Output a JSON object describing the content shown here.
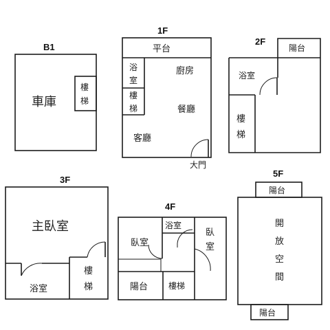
{
  "floors": {
    "b1": {
      "label": "B1",
      "garage": "車庫",
      "stairs": [
        "樓",
        "梯"
      ]
    },
    "f1": {
      "label": "1F",
      "platform": "平台",
      "bath": [
        "浴",
        "室"
      ],
      "stairs": [
        "樓",
        "梯"
      ],
      "kitchen": "廚房",
      "dining": "餐廳",
      "living": "客廳",
      "main_door": "大門"
    },
    "f2": {
      "label": "2F",
      "balcony": "陽台",
      "bath": "浴室",
      "stairs": [
        "樓",
        "梯"
      ]
    },
    "f3": {
      "label": "3F",
      "master_bedroom": "主臥室",
      "bath": "浴室",
      "stairs": [
        "樓",
        "梯"
      ]
    },
    "f4": {
      "label": "4F",
      "bedroom_left": "臥室",
      "bath": "浴室",
      "bedroom_right": [
        "臥",
        "室"
      ],
      "balcony": "陽台",
      "stairs": "樓梯"
    },
    "f5": {
      "label": "5F",
      "balcony_top": "陽台",
      "open_space": [
        "開",
        "放",
        "空",
        "間"
      ],
      "balcony_bottom": "陽台"
    }
  }
}
